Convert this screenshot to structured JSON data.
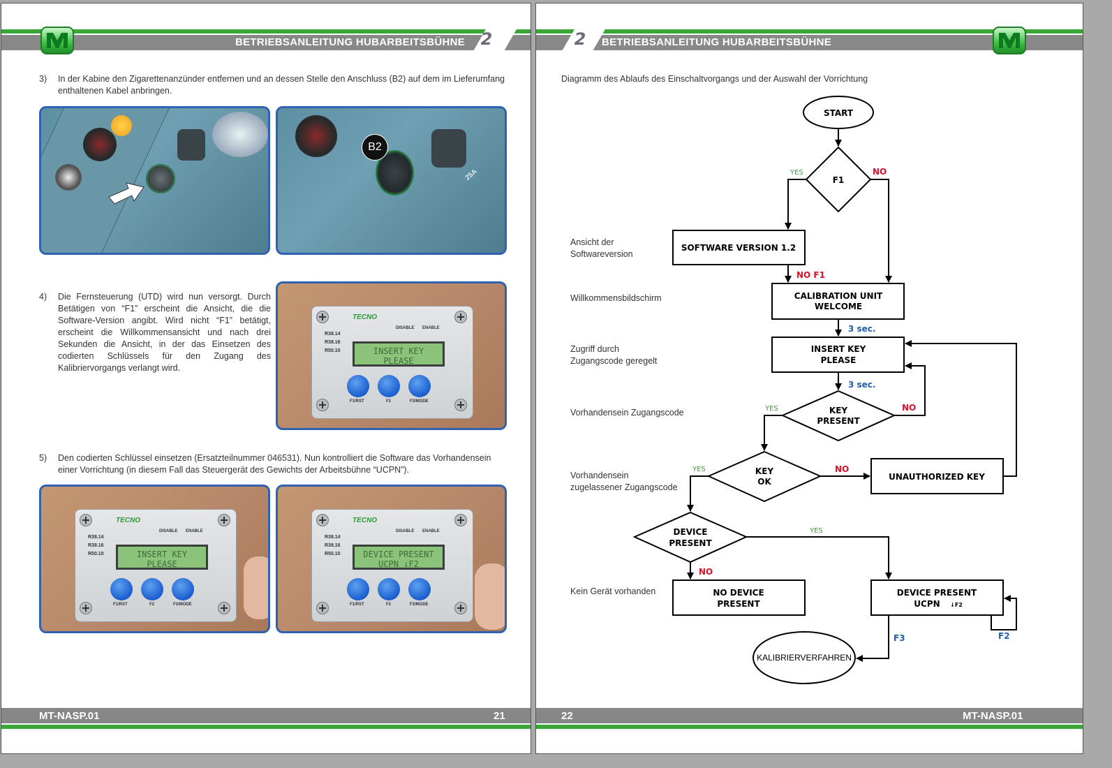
{
  "header": {
    "title": "BETRIEBSANLEITUNG HUBARBEITSBÜHNE",
    "chapter": "2",
    "logo": "mt-logo-icon"
  },
  "left_page": {
    "page_number": "21",
    "doc_code": "MT-NASP.01",
    "steps": [
      {
        "num": "3)",
        "text": "In der Kabine den Zigarettenanzünder entfernen und an dessen Stelle den Anschluss (B2) auf dem im Lieferumfang enthaltenen Kabel anbringen."
      },
      {
        "num": "4)",
        "text": "Die Fernsteuerung (UTD) wird nun versorgt. Durch Betätigen von “F1” erscheint die Ansicht, die die Software-Version angibt. Wird nicht “F1” betätigt, erscheint die Willkommensansicht und nach drei Sekunden die Ansicht, in der das Einsetzen des codierten Schlüssels für den Zugang des Kalibriervorgangs verlangt wird."
      },
      {
        "num": "5)",
        "text": "Den codierten Schlüssel einsetzen (Ersatzteilnummer 046531). Nun kontrolliert die Software das Vorhandensein einer Vorrichtung (in diesem Fall das Steuergerät des Gewichts der Arbeitsbühne “UCPN”)."
      }
    ],
    "photos": {
      "b2_callout": "B2",
      "fuse_label": "25A",
      "device": {
        "brand": "TECNO",
        "switch_labels": [
          "DISABLE",
          "ENABLE"
        ],
        "led_labels": [
          "R38.14",
          "R38.16",
          "R50.10"
        ],
        "button_labels": [
          "F1/RST",
          "F2",
          "F3/MODE"
        ],
        "screens": [
          {
            "line1": "INSERT KEY",
            "line2": "PLEASE"
          },
          {
            "line1": "INSERT KEY",
            "line2": "PLEASE"
          },
          {
            "line1": "DEVICE PRESENT",
            "line2": "UCPN ↓F2"
          }
        ]
      }
    }
  },
  "right_page": {
    "page_number": "22",
    "doc_code": "MT-NASP.01",
    "diagram_title": "Diagramm des Ablaufs des Einschaltvorgangs und der Auswahl der Vorrichtung",
    "side_labels": [
      "Ansicht der\nSoftwareversion",
      "Willkommensbildschirm",
      "Zugriff durch\nZugangscode geregelt",
      "Vorhandensein Zugangscode",
      "Vorhandensein\nzugelassener Zugangscode",
      "Kein Gerät vorhanden"
    ],
    "nodes": {
      "start": "START",
      "f1": "F1",
      "software": "SOFTWARE VERSION 1.2",
      "welcome": [
        "CALIBRATION UNIT",
        "WELCOME"
      ],
      "insert_key": [
        "INSERT KEY",
        "PLEASE"
      ],
      "key_present": [
        "KEY",
        "PRESENT"
      ],
      "key_ok": [
        "KEY",
        "OK"
      ],
      "unauthorized": "UNAUTHORIZED KEY",
      "device_present_q": [
        "DEVICE",
        "PRESENT"
      ],
      "no_device": [
        "NO DEVICE",
        "PRESENT"
      ],
      "device_present": [
        "DEVICE PRESENT",
        "UCPN"
      ],
      "device_present_suffix": "↓F2",
      "calibration": "KALIBRIERVERFAHREN"
    },
    "edge_labels": {
      "yes": "YES",
      "no": "NO",
      "no_f1": "NO F1",
      "three_sec": "3 sec.",
      "f2": "F2",
      "f3": "F3"
    },
    "colors": {
      "yes": "#3a9a3a",
      "no": "#e0102a",
      "blue": "#1f5fae"
    }
  },
  "footer": {
    "left": "MT-NASP.01",
    "right_num": "21"
  }
}
